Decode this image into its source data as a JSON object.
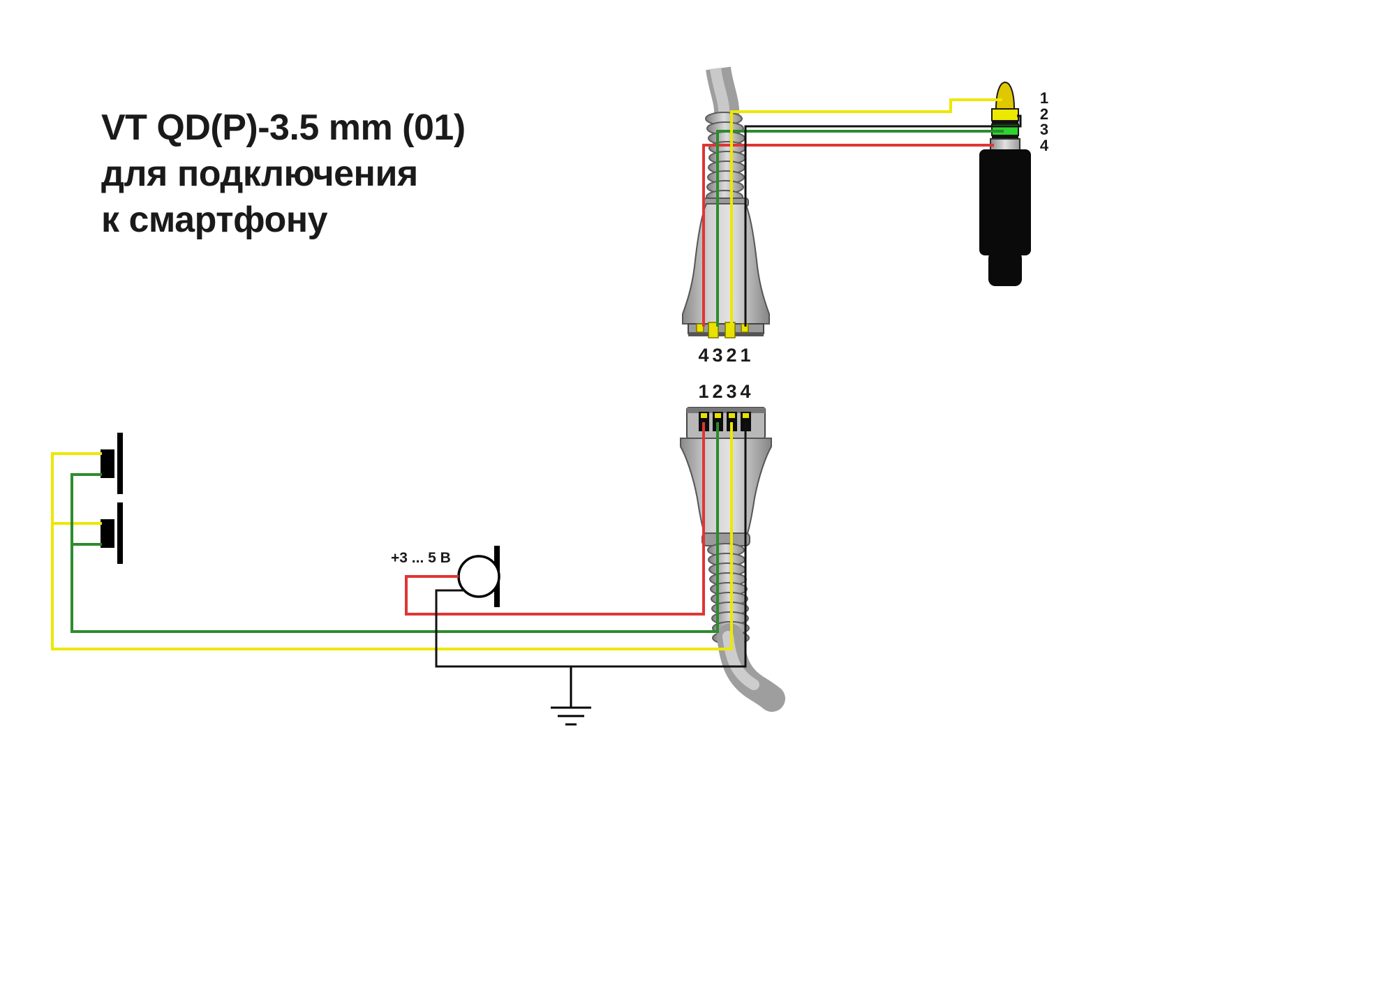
{
  "title": {
    "line1": "VT QD(P)-3.5 mm (01)",
    "line2": "для подключения",
    "line3": "к смартфону"
  },
  "qd_top": {
    "pin_labels": [
      "4",
      "3",
      "2",
      "1"
    ]
  },
  "qd_bottom": {
    "pin_labels": [
      "1",
      "2",
      "3",
      "4"
    ]
  },
  "jack": {
    "pin_labels": [
      "1",
      "2",
      "3",
      "4"
    ]
  },
  "mic": {
    "voltage_label": "+3 ... 5 В"
  },
  "colors": {
    "text": "#1a1a1a",
    "wire_yellow": "#ede800",
    "wire_green": "#2e8b2e",
    "wire_red": "#e03535",
    "wire_black": "#111111",
    "jack_tip": "#e0c800",
    "jack_ring_yellow": "#ede800",
    "jack_ring_green": "#2ed32e",
    "jack_body": "#0a0a0a",
    "qd_pin_yellow": "#e8e200",
    "connector_gray": "#b2b2b2"
  }
}
